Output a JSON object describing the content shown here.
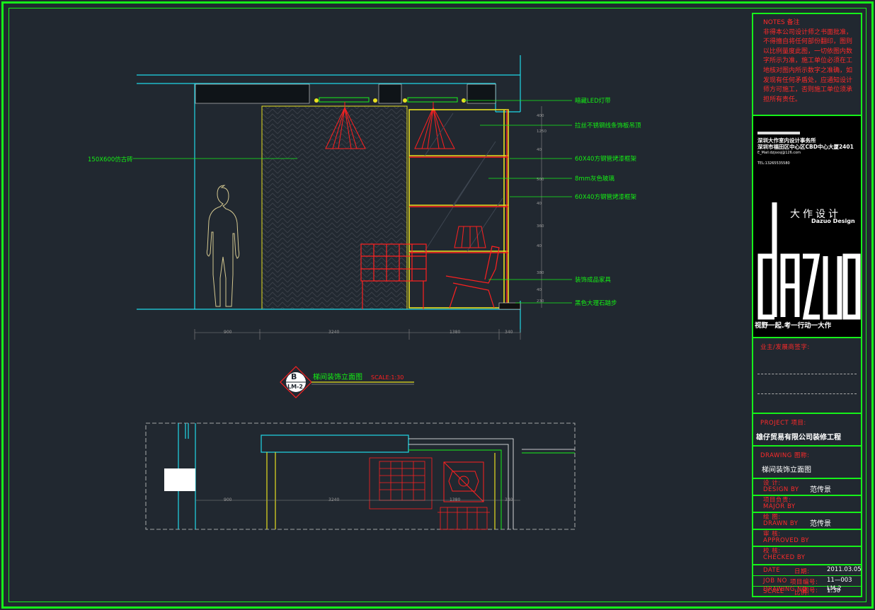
{
  "drawing": {
    "annotations": [
      "暗藏LED灯带",
      "拉丝不锈钢线条饰板吊顶",
      "60X40方钢管烤漆框架",
      "8mm灰色玻璃",
      "60X40方钢管烤漆框架",
      "装饰成品家具",
      "黑色大理石踏步"
    ],
    "left_annotation": "150X600仿古砖",
    "dimensions_bottom": [
      "900",
      "3240",
      "1380",
      "340"
    ],
    "dimensions_side": [
      "400",
      "1250",
      "40",
      "500",
      "40",
      "360",
      "40",
      "380",
      "40",
      "230"
    ],
    "plan_dimensions": [
      "900",
      "3240",
      "1380",
      "340"
    ],
    "section_tag": {
      "letter": "B",
      "sheet": "LM-2"
    },
    "title": "梯间装饰立面图",
    "scale": "SCALE:1:30"
  },
  "title_block": {
    "notes_heading": "NOTES 备注",
    "notes_body": "非得本公司设计师之书面批准，不得擅自将任何部份翻印，图则以比例量度此图，一切依图内数字所示为准，施工单位必须在工地核对图内所示数字之准确，如发现有任何矛盾处，应通知设计师方可施工，否则施工单位须承担所有责任。",
    "contact_lines": [
      "深圳大作室内设计事务所",
      "深圳市福田区中心区CBD中心大厦2401",
      "E_Mail:dzjsxsj@126.com",
      "TEL:13265535580"
    ],
    "brand_cn": "大作设计",
    "brand_en": "Dazuo Design",
    "brand_logo": "dazuo",
    "slogan": "视野一起.考一行动一大作",
    "client_label": "业主/发展商签字:",
    "project_label": "PROJECT 项目:",
    "project_value": "雄仔贸易有限公司装修工程",
    "drawing_label": "DRAWING 图称:",
    "drawing_value": "梯间装饰立面图",
    "design_label_cn": "设  计:",
    "design_label_en": "DESIGN BY",
    "design_value": "范传景",
    "major_label_cn": "项目负责:",
    "major_label_en": "MAJOR BY",
    "drawn_label_cn": "绘  图:",
    "drawn_label_en": "DRAWN BY",
    "drawn_value": "范传景",
    "approved_label_cn": "审  核:",
    "approved_label_en": "APPROVED BY",
    "checked_label_cn": "校  核:",
    "checked_label_en": "CHECKED BY",
    "rows": [
      {
        "en": "DATE",
        "cn": "日期:",
        "value": "2011.03.05"
      },
      {
        "en": "JOB NO",
        "cn": "项目编号:",
        "value": "11—003"
      },
      {
        "en": "SCALE",
        "cn": "比例:",
        "value": "1:30"
      },
      {
        "en": "DRAWING NO",
        "cn": "图号:",
        "value": "LM-2"
      }
    ]
  },
  "colors": {
    "background": "#212830",
    "frame_green": "#16f01a",
    "cyan": "#1fd8e8",
    "yellow": "#e8e020",
    "red": "#ff2020",
    "white": "#ffffff"
  }
}
